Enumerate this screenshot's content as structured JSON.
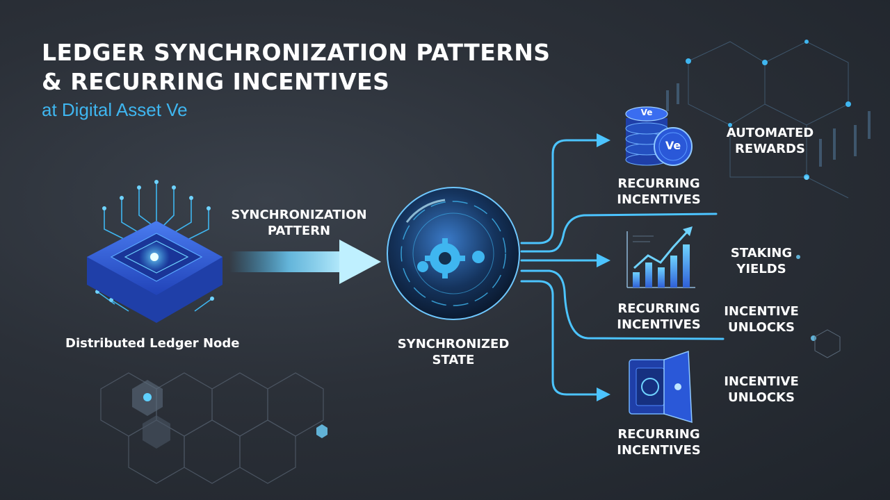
{
  "header": {
    "title_line1": "LEDGER SYNCHRONIZATION PATTERNS",
    "title_line2": "& RECURRING INCENTIVES",
    "subtitle": "at Digital Asset Ve"
  },
  "node": {
    "label": "Distributed Ledger Node"
  },
  "flow": {
    "pattern_line1": "SYNCHRONIZATION",
    "pattern_line2": "PATTERN"
  },
  "state": {
    "line1": "SYNCHRONIZED",
    "line2": "STATE"
  },
  "outputs": [
    {
      "icon": "ve-coin-stack-icon",
      "coin_label": "Ve",
      "line1": "RECURRING",
      "line2": "INCENTIVES",
      "side1": "AUTOMATED",
      "side2": "REWARDS"
    },
    {
      "icon": "growth-chart-icon",
      "line1": "RECURRING",
      "line2": "INCENTIVES",
      "side1": "STAKING",
      "side2": "YIELDS",
      "side3": "INCENTIVE",
      "side4": "UNLOCKS"
    },
    {
      "icon": "vault-icon",
      "line1": "RECURRING",
      "line2": "INCENTIVES",
      "side1": "INCENTIVE",
      "side2": "UNLOCKS"
    }
  ],
  "colors": {
    "accent": "#3fb6f0",
    "chip": "#2f5fd6",
    "background": "#2b3038"
  }
}
